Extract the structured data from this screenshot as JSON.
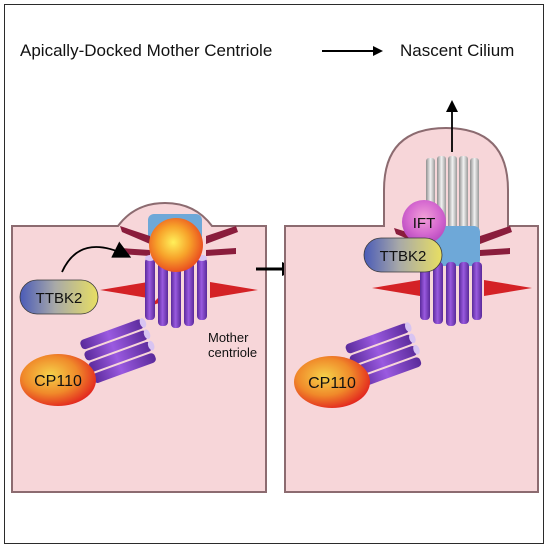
{
  "header": {
    "left_title": "Apically-Docked Mother Centriole",
    "right_title": "Nascent Cilium"
  },
  "labels": {
    "ttbk2_left": "TTBK2",
    "cp110_left": "CP110",
    "mother_centriole_line1": "Mother",
    "mother_centriole_line2": "centriole",
    "ift": "IFT",
    "ttbk2_right": "TTBK2",
    "cp110_right": "CP110"
  },
  "colors": {
    "cell_fill": "#f7d6d9",
    "cell_border": "#8c6b70",
    "centriole_purple": "#7b3fc4",
    "appendage_red": "#d42226",
    "appendage_maroon": "#8a1d3c",
    "docking_blue": "#6ea8d8",
    "axoneme_gray": "#d9d9d9"
  }
}
